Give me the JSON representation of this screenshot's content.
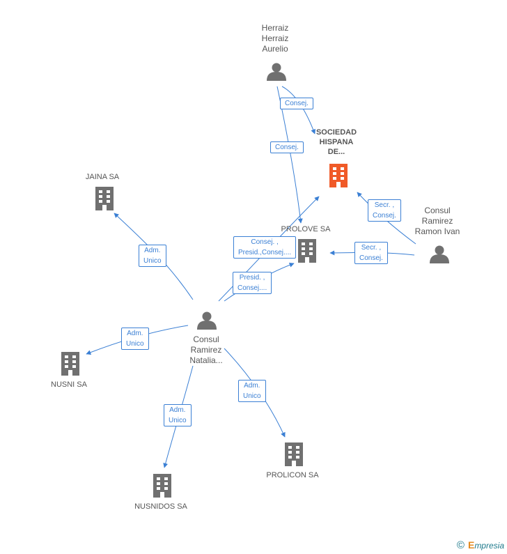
{
  "colors": {
    "edge": "#3a7fd4",
    "icon": "#707070",
    "focus": "#f05a28"
  },
  "nodes": {
    "herraiz": {
      "label_lines": [
        "Herraiz",
        "Herraiz",
        "Aurelio"
      ],
      "icon": "person-icon"
    },
    "sociedad": {
      "label_lines": [
        "SOCIEDAD",
        "HISPANA",
        "DE..."
      ],
      "icon": "building-icon"
    },
    "jaina": {
      "label_lines": [
        "JAINA SA"
      ],
      "icon": "building-icon"
    },
    "prolove": {
      "label_lines": [
        "PROLOVE SA"
      ],
      "icon": "building-icon"
    },
    "ramon": {
      "label_lines": [
        "Consul",
        "Ramirez",
        "Ramon Ivan"
      ],
      "icon": "person-icon"
    },
    "natalia": {
      "label_lines": [
        "Consul",
        "Ramirez",
        "Natalia..."
      ],
      "icon": "person-icon"
    },
    "nusni": {
      "label_lines": [
        "NUSNI SA"
      ],
      "icon": "building-icon"
    },
    "nusnidos": {
      "label_lines": [
        "NUSNIDOS SA"
      ],
      "icon": "building-icon"
    },
    "prolicon": {
      "label_lines": [
        "PROLICON SA"
      ],
      "icon": "building-icon"
    }
  },
  "edges": {
    "herraiz_sociedad": [
      "Consej."
    ],
    "herraiz_prolove": [
      "Consej."
    ],
    "ramon_sociedad": [
      "Secr. ,",
      "Consej."
    ],
    "ramon_prolove": [
      "Secr. ,",
      "Consej."
    ],
    "natalia_sociedad": [
      "Consej. ,",
      "Presid.,Consej...."
    ],
    "natalia_prolove": [
      "Presid. ,",
      "Consej...."
    ],
    "natalia_jaina": [
      "Adm.",
      "Unico"
    ],
    "natalia_nusni": [
      "Adm.",
      "Unico"
    ],
    "natalia_nusnidos": [
      "Adm.",
      "Unico"
    ],
    "natalia_prolicon": [
      "Adm.",
      "Unico"
    ]
  },
  "copyright": {
    "symbol": "©",
    "brand_initial": "E",
    "brand_rest": "mpresia"
  }
}
